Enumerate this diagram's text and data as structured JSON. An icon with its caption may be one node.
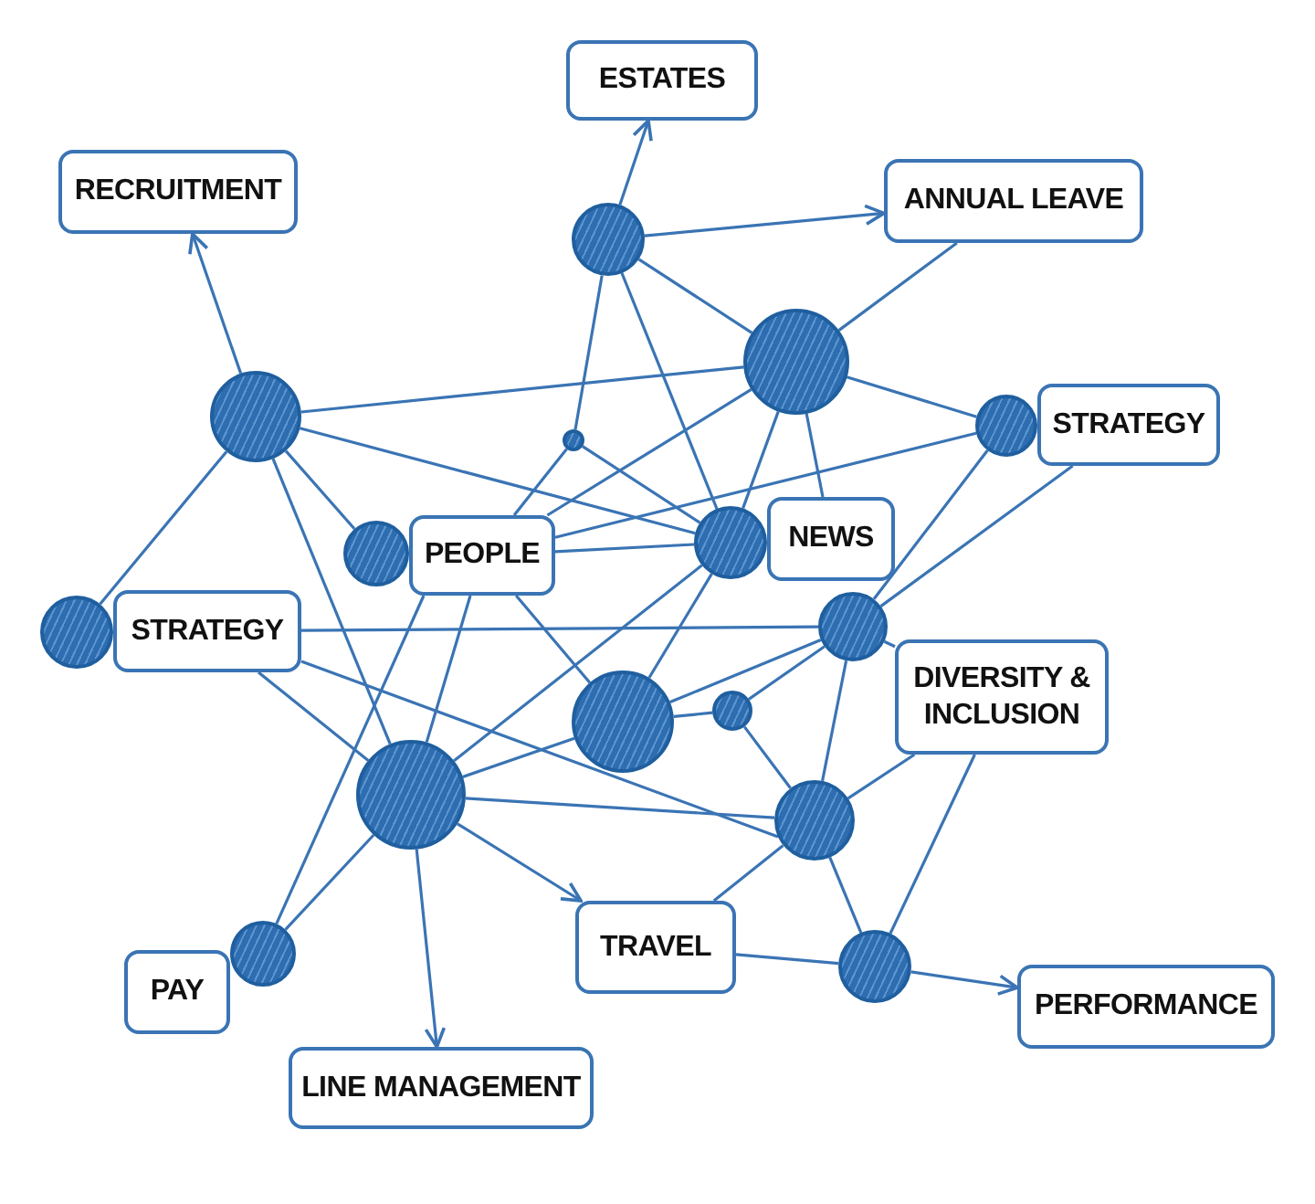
{
  "diagram": {
    "nodes": [
      {
        "text": [
          "ESTATES"
        ]
      },
      {
        "text": [
          "RECRUITMENT"
        ]
      },
      {
        "text": [
          "ANNUAL LEAVE"
        ]
      },
      {
        "text": [],
        "shape": "circle"
      },
      {
        "text": [],
        "shape": "circle"
      },
      {
        "text": [],
        "shape": "circle"
      },
      {
        "text": [],
        "shape": "circle"
      },
      {
        "text": [
          "STRATEGY"
        ]
      },
      {
        "text": [],
        "shape": "circle"
      },
      {
        "text": [
          "PEOPLE"
        ]
      },
      {
        "text": [],
        "shape": "circle"
      },
      {
        "text": [
          "NEWS"
        ]
      },
      {
        "text": [],
        "shape": "circle"
      },
      {
        "text": [
          "STRATEGY"
        ]
      },
      {
        "text": [],
        "shape": "circle"
      },
      {
        "text": [],
        "shape": "circle"
      },
      {
        "text": [
          "DIVERSITY & INCLUSION"
        ]
      },
      {
        "text": [],
        "shape": "circle"
      },
      {
        "text": [],
        "shape": "circle"
      },
      {
        "text": [],
        "shape": "circle"
      },
      {
        "text": [],
        "shape": "circle"
      },
      {
        "text": [
          "TRAVEL"
        ]
      },
      {
        "text": [
          "PAY"
        ]
      },
      {
        "text": [],
        "shape": "circle"
      },
      {
        "text": [],
        "shape": "circle"
      },
      {
        "text": [
          "PERFORMANCE"
        ]
      },
      {
        "text": [
          "LINE MANAGEMENT"
        ]
      }
    ],
    "edges": [
      {
        "from": 3,
        "to": 0,
        "arrow": "to"
      },
      {
        "from": 3,
        "to": 2,
        "arrow": "to"
      },
      {
        "from": 5,
        "to": 1,
        "arrow": "to"
      },
      {
        "from": 19,
        "to": 21,
        "arrow": "to"
      },
      {
        "from": 19,
        "to": 26,
        "arrow": "to"
      },
      {
        "from": 24,
        "to": 25,
        "arrow": "to"
      },
      {
        "from": 3,
        "to": 4,
        "arrow": "none"
      },
      {
        "from": 3,
        "to": 12,
        "arrow": "none"
      },
      {
        "from": 3,
        "to": 6,
        "arrow": "none"
      },
      {
        "from": 4,
        "to": 2,
        "arrow": "none"
      },
      {
        "from": 4,
        "to": 8,
        "arrow": "none"
      },
      {
        "from": 4,
        "to": 12,
        "arrow": "none"
      },
      {
        "from": 4,
        "to": 11,
        "arrow": "none"
      },
      {
        "from": 5,
        "to": 4,
        "arrow": "none"
      },
      {
        "from": 4,
        "to": 9,
        "arrow": "none"
      },
      {
        "from": 6,
        "to": 9,
        "arrow": "none"
      },
      {
        "from": 6,
        "to": 12,
        "arrow": "none"
      },
      {
        "from": 5,
        "to": 10,
        "arrow": "none"
      },
      {
        "from": 5,
        "to": 12,
        "arrow": "none"
      },
      {
        "from": 5,
        "to": 14,
        "arrow": "none"
      },
      {
        "from": 5,
        "to": 19,
        "arrow": "none"
      },
      {
        "from": 8,
        "to": 9,
        "arrow": "none"
      },
      {
        "from": 8,
        "to": 15,
        "arrow": "none"
      },
      {
        "from": 7,
        "to": 15,
        "arrow": "none"
      },
      {
        "from": 9,
        "to": 19,
        "arrow": "none"
      },
      {
        "from": 9,
        "to": 23,
        "arrow": "none"
      },
      {
        "from": 9,
        "to": 12,
        "arrow": "none"
      },
      {
        "from": 9,
        "to": 17,
        "arrow": "none"
      },
      {
        "from": 12,
        "to": 19,
        "arrow": "none"
      },
      {
        "from": 12,
        "to": 17,
        "arrow": "none"
      },
      {
        "from": 13,
        "to": 15,
        "arrow": "none"
      },
      {
        "from": 13,
        "to": 19,
        "arrow": "none"
      },
      {
        "from": 13,
        "to": 20,
        "arrow": "none"
      },
      {
        "from": 15,
        "to": 17,
        "arrow": "none"
      },
      {
        "from": 15,
        "to": 18,
        "arrow": "none"
      },
      {
        "from": 15,
        "to": 16,
        "arrow": "none"
      },
      {
        "from": 15,
        "to": 20,
        "arrow": "none"
      },
      {
        "from": 17,
        "to": 18,
        "arrow": "none"
      },
      {
        "from": 17,
        "to": 19,
        "arrow": "none"
      },
      {
        "from": 18,
        "to": 20,
        "arrow": "none"
      },
      {
        "from": 19,
        "to": 20,
        "arrow": "none"
      },
      {
        "from": 19,
        "to": 23,
        "arrow": "none"
      },
      {
        "from": 20,
        "to": 21,
        "arrow": "none"
      },
      {
        "from": 20,
        "to": 24,
        "arrow": "none"
      },
      {
        "from": 20,
        "to": 16,
        "arrow": "none"
      },
      {
        "from": 16,
        "to": 24,
        "arrow": "none"
      },
      {
        "from": 21,
        "to": 24,
        "arrow": "none"
      }
    ]
  }
}
